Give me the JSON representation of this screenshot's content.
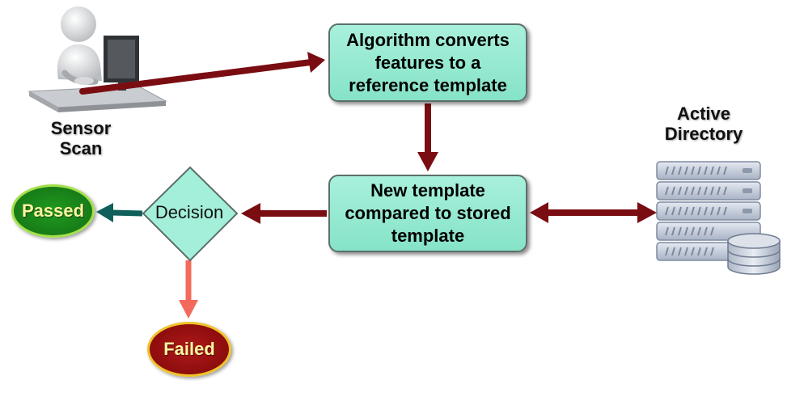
{
  "sensor": {
    "label_line1": "Sensor",
    "label_line2": "Scan"
  },
  "algorithm_box": {
    "line1": "Algorithm converts",
    "line2": "features to a",
    "line3": "reference template"
  },
  "compare_box": {
    "line1": "New template",
    "line2": "compared to stored",
    "line3": "template"
  },
  "directory": {
    "label_line1": "Active",
    "label_line2": "Directory"
  },
  "decision": {
    "label": "Decision"
  },
  "outcomes": {
    "passed": "Passed",
    "failed": "Failed"
  },
  "colors": {
    "arrow_main": "#7a0d12",
    "arrow_passed": "#0f5f5a",
    "arrow_failed": "#f26a5c",
    "box_fill": "#9bedd6",
    "passed_fill": "#1b8a1b",
    "failed_fill": "#9e1010"
  }
}
